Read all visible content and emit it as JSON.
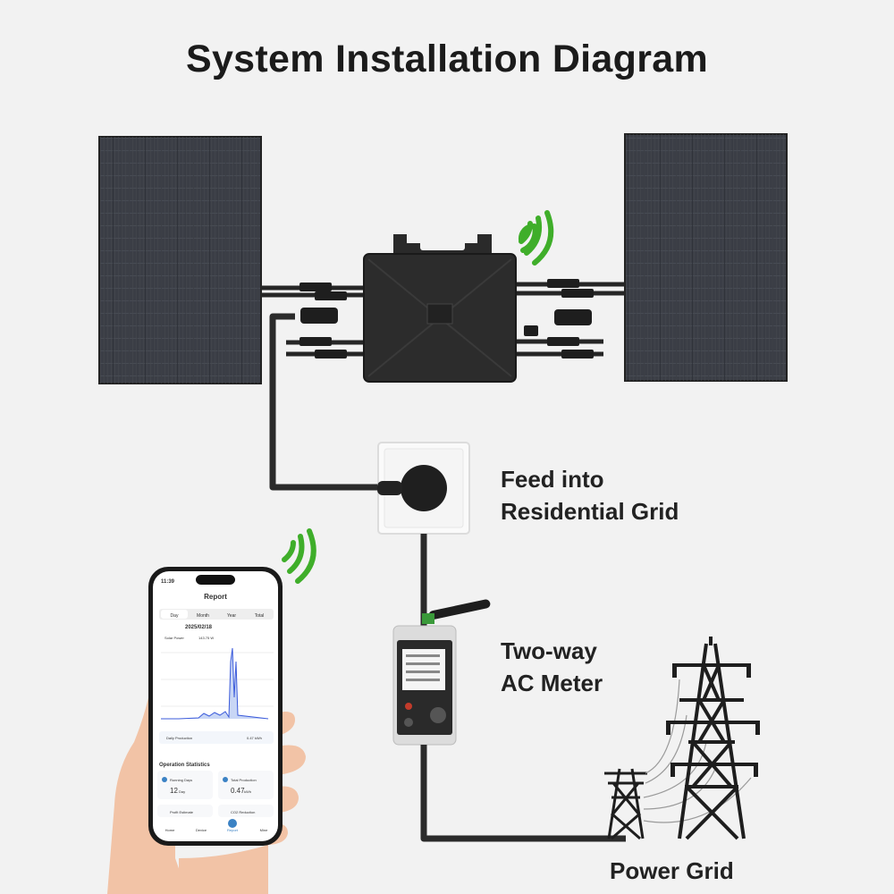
{
  "title": "System Installation Diagram",
  "labels": {
    "feed_line1": "Feed into",
    "feed_line2": "Residential Grid",
    "meter_line1": "Two-way",
    "meter_line2": "AC Meter",
    "grid": "Power Grid"
  },
  "phone": {
    "time": "11:39",
    "header": "Report",
    "tabs": [
      "Day",
      "Month",
      "Year",
      "Total"
    ],
    "date": "2025/02/18",
    "solar_power_label": "Solar Power",
    "solar_power_value": "143.75 W",
    "daily_production_label": "Daily Production",
    "daily_production_value": "0.47 kWh",
    "stats_title": "Operation Statistics",
    "running_days_label": "Running Days",
    "running_days_value": "12",
    "running_days_unit": "Day",
    "total_production_label": "Total Production",
    "total_production_value": "0.47",
    "total_production_unit": "kWh",
    "profit_label": "Profit Estimate",
    "co2_label": "CO2 Reduction",
    "nav": [
      "Home",
      "Device",
      "Report",
      "Mine"
    ]
  },
  "colors": {
    "signal_green": "#3fae2a",
    "panel": "#3a3d44",
    "inverter": "#2a2a2a",
    "cable": "#2b2b2b"
  },
  "icons": [
    "wifi-signal-icon",
    "solar-panel",
    "inverter",
    "wall-socket",
    "ac-meter",
    "power-pylon",
    "smartphone",
    "hand"
  ]
}
